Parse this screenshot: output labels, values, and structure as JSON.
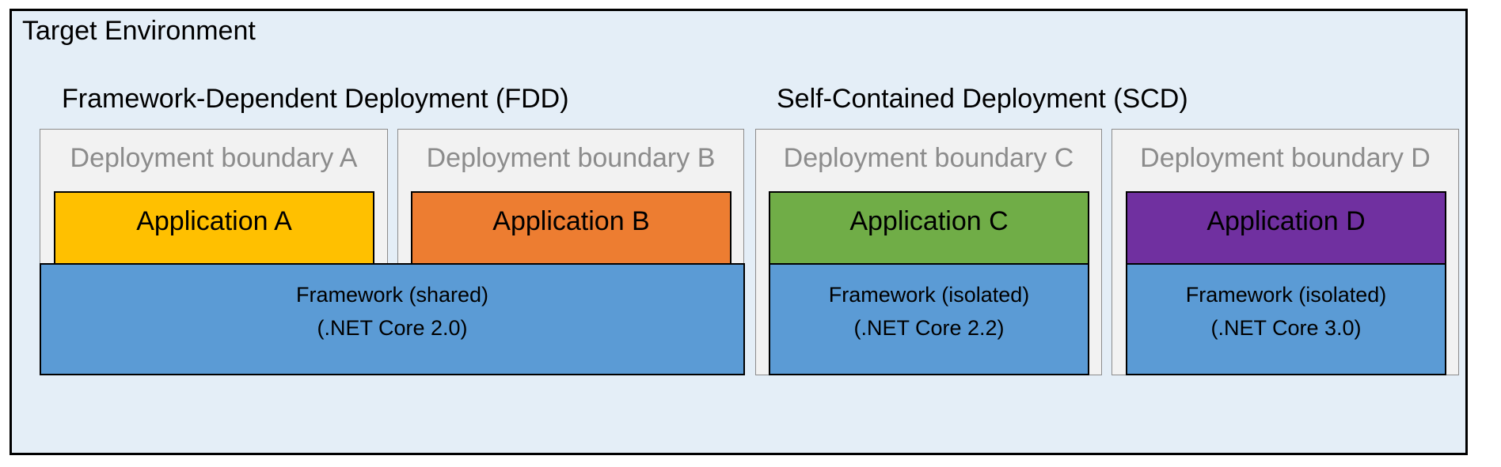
{
  "environment": {
    "title": "Target Environment"
  },
  "fdd": {
    "title": "Framework-Dependent Deployment (FDD)",
    "boundaries": [
      {
        "label": "Deployment boundary A",
        "app": "Application A",
        "color": "#ffc000"
      },
      {
        "label": "Deployment boundary B",
        "app": "Application B",
        "color": "#ed7d31"
      }
    ],
    "framework": {
      "line1": "Framework (shared)",
      "line2": "(.NET Core 2.0)"
    }
  },
  "scd": {
    "title": "Self-Contained Deployment (SCD)",
    "boundaries": [
      {
        "label": "Deployment boundary C",
        "app": "Application C",
        "color": "#70ad47",
        "framework_line1": "Framework (isolated)",
        "framework_line2": "(.NET Core 2.2)"
      },
      {
        "label": "Deployment boundary D",
        "app": "Application D",
        "color": "#7030a0",
        "framework_line1": "Framework (isolated)",
        "framework_line2": "(.NET Core 3.0)"
      }
    ]
  },
  "colors": {
    "environment_bg": "#e4eef7",
    "boundary_bg": "#f2f2f2",
    "boundary_label": "#8c8c8c",
    "framework": "#5b9bd5"
  }
}
